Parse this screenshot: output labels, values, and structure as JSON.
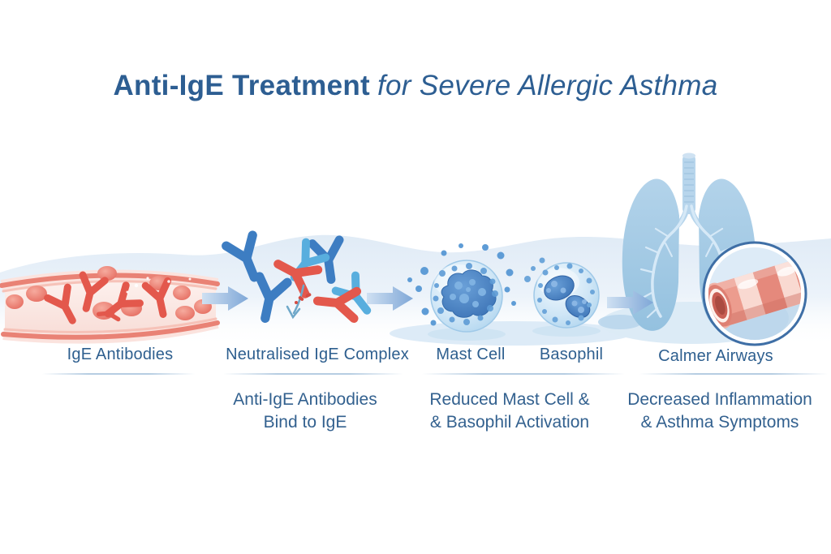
{
  "title": {
    "regular": "Anti-IgE Treatment",
    "italic": "for Severe Allergic Asthma"
  },
  "stages": {
    "stage1_label": "IgE Antibodies",
    "stage2_label": "Neutralised IgE Complex",
    "stage3_label_mast": "Mast Cell",
    "stage3_label_baso": "Basophil",
    "stage4_label": "Calmer Airways"
  },
  "captions": {
    "stage2": [
      "Anti-IgE Antibodies",
      "Bind to IgE"
    ],
    "stage3": [
      "Reduced Mast Cell &",
      "& Basophil Activation"
    ],
    "stage4": [
      "Decreased Inflammation",
      "& Asthma Symptoms"
    ]
  },
  "icons": {
    "stage1": "blood-vessel-icon",
    "stage2": "neutralised-complex-icon",
    "stage3": [
      "mast-cell-icon",
      "basophil-icon"
    ],
    "stage4": [
      "lungs-icon",
      "airway-cross-section-icon"
    ],
    "flow": "arrow-right-icon",
    "neutralise": "down-arrow-icon"
  },
  "palette": {
    "heading_blue": "#2d5e92",
    "label_blue": "#2e5f8f",
    "ige_red": "#e3584c",
    "anti_ige_blue": "#3d7dc2",
    "anti_ige_light_blue": "#58aede",
    "cell_blue": "#bcdcf2",
    "nucleus_blue": "#3f78bb",
    "lung_blue": "#9fc6e2",
    "airway_pink": "#e5897c",
    "arrow_blue": "#7fa7d7",
    "wave_blue": "#e0ebf6"
  }
}
